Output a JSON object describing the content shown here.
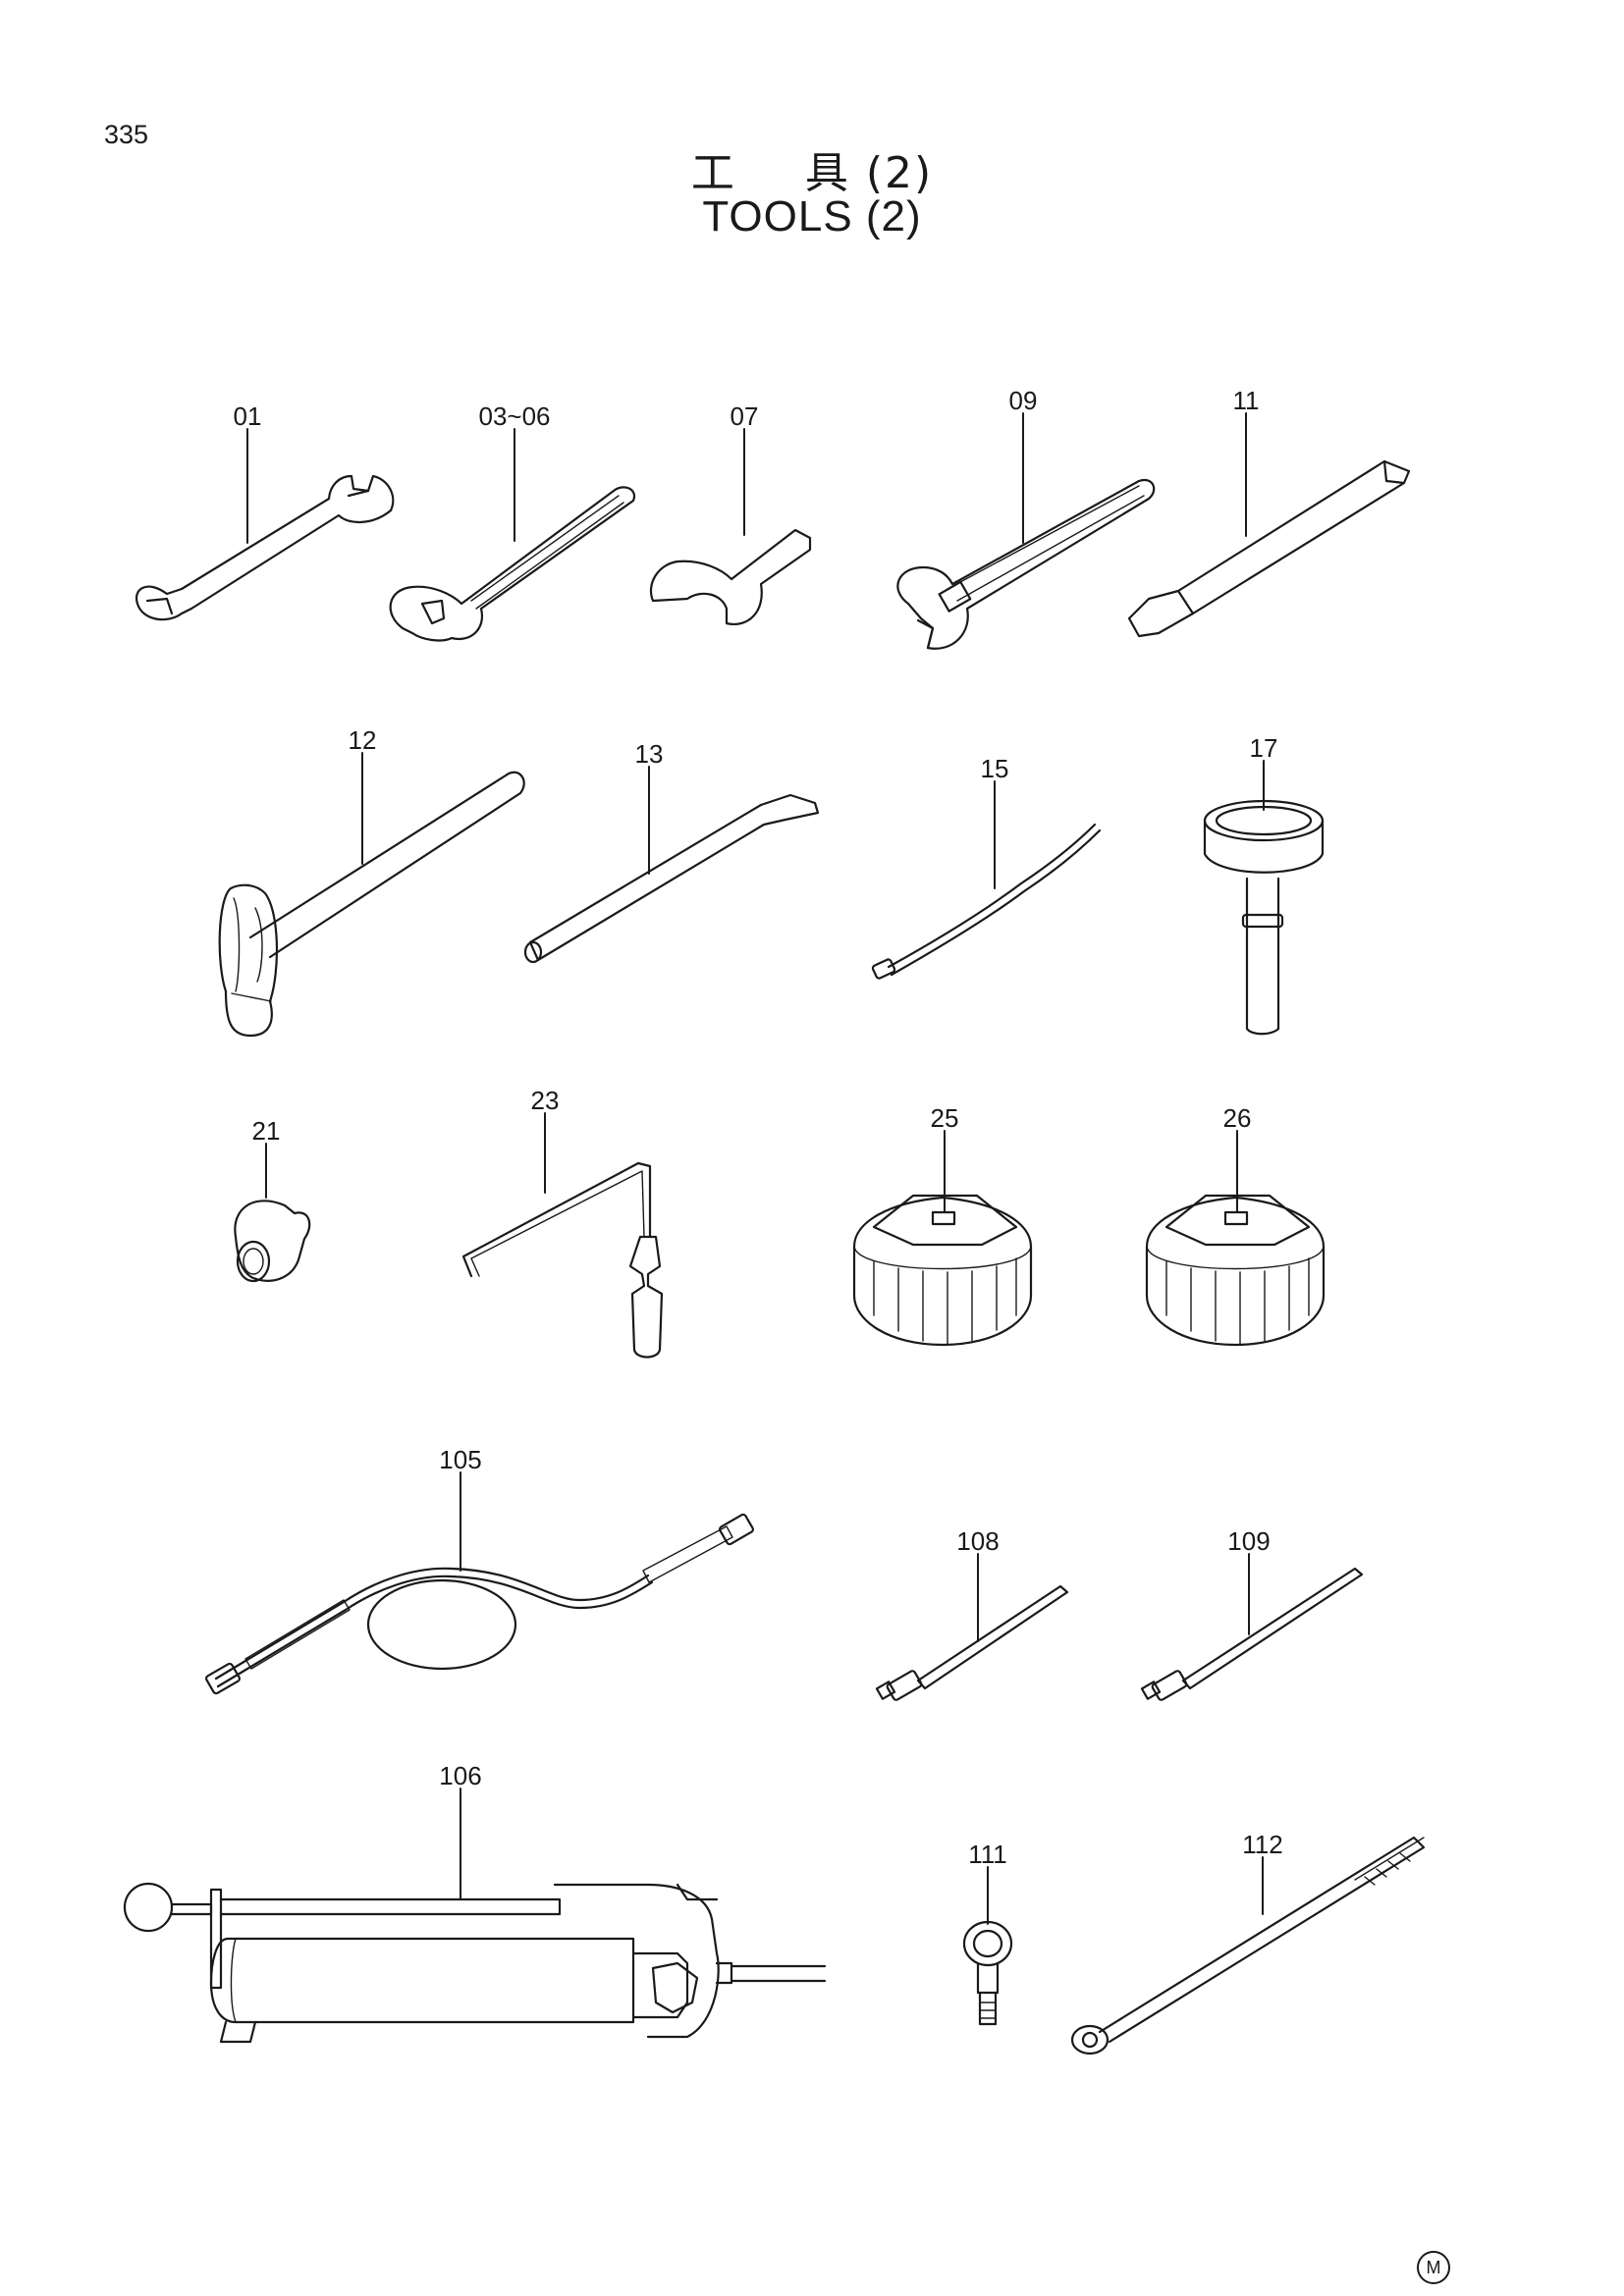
{
  "page": {
    "number": "335"
  },
  "title": {
    "jp_left": "工",
    "jp_right": "具 (2)",
    "en": "TOOLS (2)"
  },
  "callouts": {
    "c01": "01",
    "c03_06": "03~06",
    "c07": "07",
    "c09": "09",
    "c11": "11",
    "c12": "12",
    "c13": "13",
    "c15": "15",
    "c17": "17",
    "c21": "21",
    "c23": "23",
    "c25": "25",
    "c26": "26",
    "c105": "105",
    "c108": "108",
    "c109": "109",
    "c106": "106",
    "c111": "111",
    "c112": "112"
  },
  "icons": {
    "01": "open-end-wrench-icon",
    "03_06": "slotted-wrench-icon",
    "07": "spanner-icon",
    "09": "adjustable-wrench-icon",
    "11": "chisel-icon",
    "12": "hammer-icon",
    "13": "rod-icon",
    "15": "hose-icon",
    "17": "ring-tool-icon",
    "21": "socket-icon",
    "23": "hex-key-handle-icon",
    "25": "filter-wrench-icon",
    "26": "filter-wrench-icon",
    "105": "hydraulic-hose-icon",
    "108": "pipe-icon",
    "109": "pipe-icon",
    "106": "hydraulic-pump-icon",
    "111": "eye-bolt-icon",
    "112": "long-bolt-icon"
  },
  "mark": "M"
}
